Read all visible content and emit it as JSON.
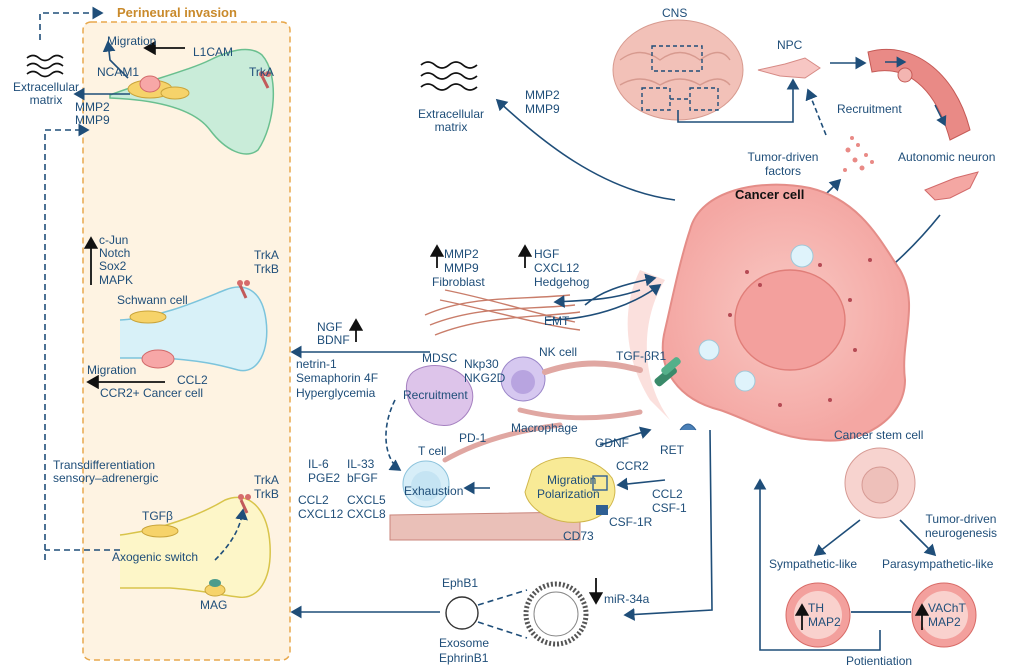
{
  "perineural": {
    "title": "Perineural invasion",
    "migration_top": "Migration",
    "l1cam": "L1CAM",
    "ncam1": "NCAM1",
    "trka_top": "TrkA",
    "mmp2_left": "MMP2",
    "mmp9_left": "MMP9",
    "ecm_left_1": "Extracellular",
    "ecm_left_2": "matrix",
    "cjun": "c-Jun",
    "notch": "Notch",
    "sox2": "Sox2",
    "mapk": "MAPK",
    "trka_mid": "TrkA",
    "trkb_mid": "TrkB",
    "schwann": "Schwann cell",
    "migration_mid": "Migration",
    "ccl2_mid": "CCL2",
    "ccr2_cancer": "CCR2+ Cancer cell",
    "transdiff_1": "Transdifferentiation",
    "transdiff_2": "sensory–adrenergic",
    "trka_bot": "TrkA",
    "trkb_bot": "TrkB",
    "tgfb": "TGFβ",
    "axogenic": "Axogenic switch",
    "mag": "MAG"
  },
  "top": {
    "ecm_1": "Extracellular",
    "ecm_2": "matrix",
    "mmp2": "MMP2",
    "mmp9": "MMP9",
    "cns": "CNS",
    "npc": "NPC",
    "recruitment": "Recruitment",
    "tumor_factors_1": "Tumor-driven",
    "tumor_factors_2": "factors",
    "autonomic": "Autonomic neuron",
    "cancer_cell": "Cancer cell"
  },
  "middle": {
    "mmp2": "MMP2",
    "mmp9": "MMP9",
    "fibroblast": "Fibroblast",
    "hgf": "HGF",
    "cxcl12": "CXCL12",
    "hedgehog": "Hedgehog",
    "emt": "EMT",
    "ngf": "NGF",
    "bdnf": "BDNF",
    "netrin": "netrin-1",
    "semaphorin": "Semaphorin 4F",
    "hyperglycemia": "Hyperglycemia",
    "mdsc": "MDSC",
    "nkp30": "Nkp30",
    "nkg2d": "NKG2D",
    "nkcell": "NK cell",
    "tgfbr1": "TGF-βR1",
    "recruitment": "Recruitment",
    "macrophage": "Macrophage",
    "tcell": "T cell",
    "pd1": "PD-1",
    "gdnf": "GDNF",
    "ret": "RET",
    "ccr2": "CCR2",
    "migration": "Migration",
    "polarization": "Polarization",
    "il6": "IL-6",
    "pge2": "PGE2",
    "il33": "IL-33",
    "bfgf": "bFGF",
    "exhaustion": "Exhaustion",
    "ccl2": "CCL2",
    "cxcl5": "CXCL5",
    "cxcl8": "CXCL8",
    "ccl2_r": "CCL2",
    "csf1": "CSF-1",
    "csf1r": "CSF-1R",
    "cd73": "CD73"
  },
  "bottom": {
    "ephb1": "EphB1",
    "mir34a": "miR-34a",
    "exosome": "Exosome",
    "ephrinb1": "EphrinB1",
    "cancer_stem": "Cancer stem cell",
    "neuro_1": "Tumor-driven",
    "neuro_2": "neurogenesis",
    "sympathetic": "Sympathetic-like",
    "parasympathetic": "Parasympathetic-like",
    "th": "TH",
    "map2_l": "MAP2",
    "vacht": "VAChT",
    "map2_r": "MAP2",
    "potentiation": "Potientiation"
  },
  "colors": {
    "arrow": "#1f4e79",
    "panel_fill": "#fef3e2",
    "panel_border": "#e8a84c",
    "cancer": "#f7b0ad",
    "nucleus": "#f3a09d"
  }
}
